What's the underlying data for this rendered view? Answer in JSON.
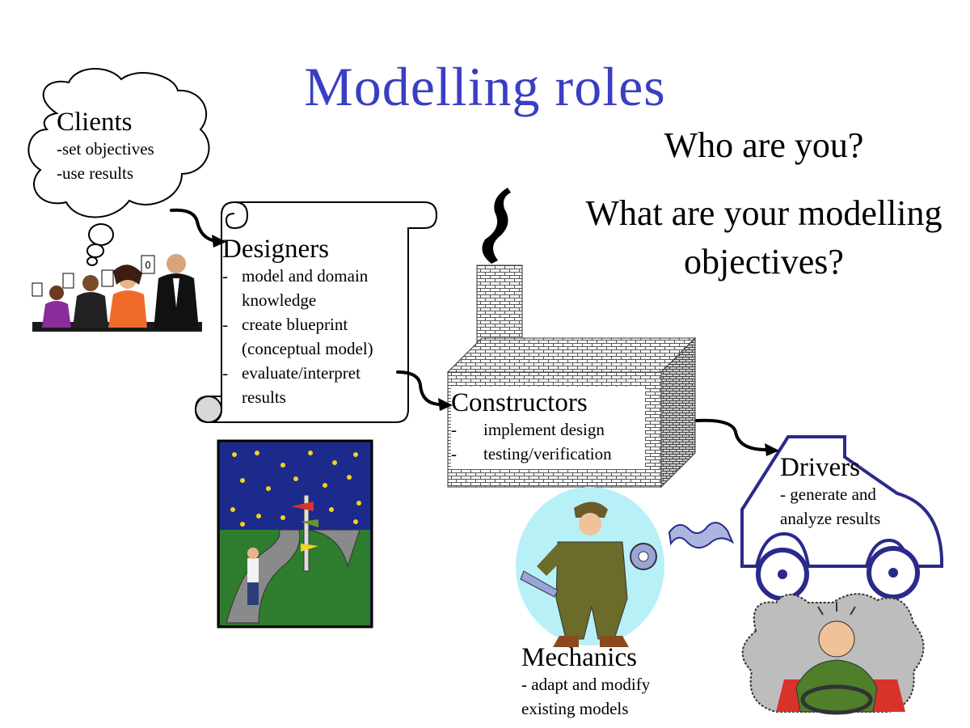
{
  "slide": {
    "title": "Modelling roles",
    "questions": [
      "Who are you?",
      "What are your modelling objectives?"
    ]
  },
  "roles": {
    "clients": {
      "name": "Clients",
      "items": [
        "-set objectives",
        "-use results"
      ]
    },
    "designers": {
      "name": "Designers",
      "items": [
        "model and domain knowledge",
        "create blueprint (conceptual model)",
        "evaluate/interpret results"
      ]
    },
    "constructors": {
      "name": "Constructors",
      "items": [
        "implement design",
        "testing/verification"
      ]
    },
    "drivers": {
      "name": "Drivers",
      "items": [
        "- generate and",
        "analyze results"
      ]
    },
    "mechanics": {
      "name": "Mechanics",
      "items": [
        "- adapt and modify",
        "existing models"
      ]
    }
  },
  "colors": {
    "title": "#3a3ec4",
    "night_sky": "#1c2a8c",
    "grass": "#2e7d2e",
    "car": "#2a2a8a",
    "star": "#f4d21f"
  },
  "icons": [
    "thought-cloud-icon",
    "judges-holding-scorecards-icon",
    "scroll-icon",
    "crossroads-signpost-icon",
    "brick-factory-icon",
    "smoke-icon",
    "car-outline-icon",
    "mechanic-with-wrench-icon",
    "stressed-driver-icon"
  ]
}
